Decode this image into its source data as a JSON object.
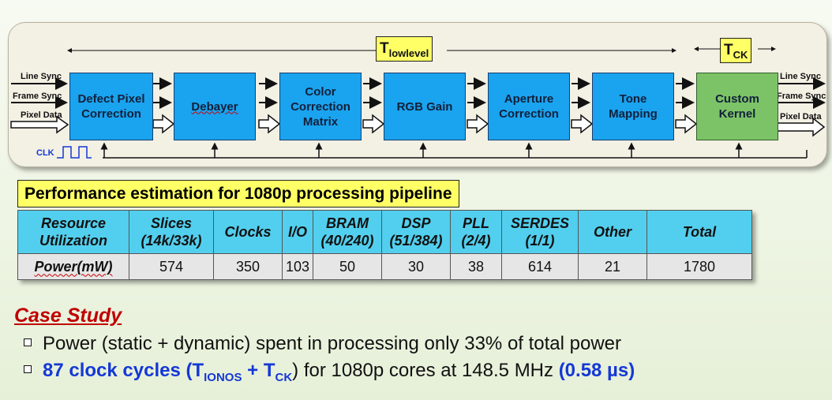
{
  "diagram": {
    "t_lowlevel": "T",
    "t_lowlevel_sub": "lowlevel",
    "t_ck": "T",
    "t_ck_sub": "CK",
    "inputs": [
      "Line Sync",
      "Frame Sync",
      "Pixel Data"
    ],
    "outputs": [
      "Line Sync",
      "Frame Sync",
      "Pixel Data"
    ],
    "clk_label": "CLK",
    "blocks": [
      "Defect Pixel Correction",
      "Debayer",
      "Color Correction Matrix",
      "RGB Gain",
      "Aperture Correction",
      "Tone Mapping",
      "Custom Kernel"
    ],
    "colors": {
      "block": "#1aa3ef",
      "custom_block": "#7cc267",
      "highlight": "#ffff66"
    }
  },
  "performance": {
    "title": "Performance estimation for 1080p processing  pipeline",
    "headers": [
      [
        "Resource",
        "Utilization"
      ],
      [
        "Slices",
        "(14k/33k)"
      ],
      [
        "Clocks"
      ],
      [
        "I/O"
      ],
      [
        "BRAM",
        "(40/240)"
      ],
      [
        "DSP",
        "(51/384)"
      ],
      [
        "PLL",
        "(2/4)"
      ],
      [
        "SERDES",
        "(1/1)"
      ],
      [
        "Other"
      ],
      [
        "Total"
      ]
    ],
    "row_label": "Power(mW)",
    "values": [
      "574",
      "350",
      "103",
      "50",
      "30",
      "38",
      "614",
      "21",
      "1780"
    ]
  },
  "case_study": {
    "title": "Case Study",
    "bullet1": "Power (static + dynamic) spent in processing only 33% of total power",
    "bullet2_a": "87 clock cycles (T",
    "bullet2_sub1": "IONOS",
    "bullet2_b": " + T",
    "bullet2_sub2": "CK",
    "bullet2_c": ")",
    "bullet2_d": " for 1080p cores at 148.5 MHz ",
    "bullet2_e": "(0.58 µs)"
  }
}
